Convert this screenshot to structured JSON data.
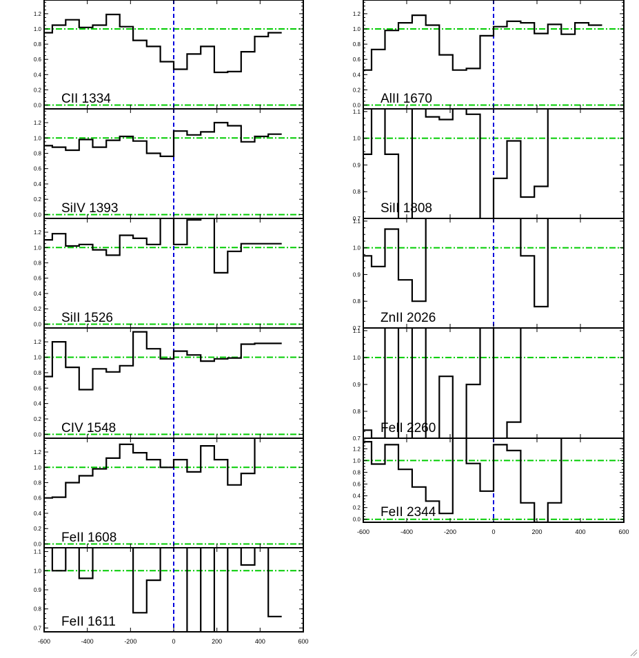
{
  "chart_data": {
    "type": "line",
    "xlim": [
      -600,
      600
    ],
    "xticks": [
      -600,
      -400,
      -200,
      0,
      200,
      400,
      600
    ],
    "xtick_labels": [
      "-600",
      "-400",
      "-200",
      "0",
      "200",
      "400",
      "600"
    ],
    "reference_x": 0,
    "colors": {
      "spectrum": "#000000",
      "zero_line": "#0000dd",
      "reference_levels": "#00cc00"
    },
    "panels": [
      {
        "label": "CII 1334",
        "ylim": [
          -0.05,
          1.38
        ],
        "yticks": [
          0.0,
          0.2,
          0.4,
          0.6,
          0.8,
          1.0,
          1.2
        ],
        "ytick_labels": [
          "0.0",
          "0.2",
          "0.4",
          "0.6",
          "0.8",
          "1.0",
          "1.2"
        ],
        "reference_levels": [
          0.0,
          1.0
        ],
        "x": [
          -600,
          -562,
          -500,
          -438,
          -375,
          -312,
          -250,
          -188,
          -125,
          -62,
          0,
          62,
          125,
          188,
          250,
          312,
          375,
          438,
          500,
          562,
          600
        ],
        "y": [
          0.95,
          1.05,
          1.12,
          1.02,
          1.05,
          1.19,
          1.03,
          0.85,
          0.77,
          0.57,
          0.47,
          0.67,
          0.77,
          0.43,
          0.44,
          0.7,
          0.9,
          0.95
        ]
      },
      {
        "label": "SiIV 1393",
        "ylim": [
          -0.05,
          1.38
        ],
        "yticks": [
          0.0,
          0.2,
          0.4,
          0.6,
          0.8,
          1.0,
          1.2
        ],
        "ytick_labels": [
          "0.0",
          "0.2",
          "0.4",
          "0.6",
          "0.8",
          "1.0",
          "1.2"
        ],
        "reference_levels": [
          0.0,
          1.0
        ],
        "x": [
          -600,
          -562,
          -500,
          -438,
          -375,
          -312,
          -250,
          -188,
          -125,
          -62,
          0,
          62,
          125,
          188,
          250,
          312,
          375,
          438,
          500,
          562,
          600
        ],
        "y": [
          0.9,
          0.88,
          0.84,
          0.98,
          0.88,
          0.97,
          1.02,
          0.96,
          0.8,
          0.76,
          1.09,
          1.04,
          1.08,
          1.2,
          1.16,
          0.95,
          1.02,
          1.05
        ]
      },
      {
        "label": "SiII 1526",
        "ylim": [
          -0.05,
          1.38
        ],
        "yticks": [
          0.0,
          0.2,
          0.4,
          0.6,
          0.8,
          1.0,
          1.2
        ],
        "ytick_labels": [
          "0.0",
          "0.2",
          "0.4",
          "0.6",
          "0.8",
          "1.0",
          "1.2"
        ],
        "reference_levels": [
          0.0,
          1.0
        ],
        "x": [
          -600,
          -562,
          -500,
          -438,
          -375,
          -312,
          -250,
          -188,
          -125,
          -62,
          0,
          62,
          125,
          188,
          250,
          312,
          375,
          438,
          500,
          562,
          600
        ],
        "y": [
          1.1,
          1.18,
          1.02,
          1.04,
          0.97,
          0.9,
          1.16,
          1.12,
          1.04,
          1.4,
          1.04,
          1.36,
          1.41,
          0.67,
          0.95,
          1.05,
          1.05,
          1.05
        ]
      },
      {
        "label": "CIV 1548",
        "ylim": [
          -0.05,
          1.38
        ],
        "yticks": [
          0.0,
          0.2,
          0.4,
          0.6,
          0.8,
          1.0,
          1.2
        ],
        "ytick_labels": [
          "0.0",
          "0.2",
          "0.4",
          "0.6",
          "0.8",
          "1.0",
          "1.2"
        ],
        "reference_levels": [
          0.0,
          1.0
        ],
        "x": [
          -600,
          -562,
          -500,
          -438,
          -375,
          -312,
          -250,
          -188,
          -125,
          -62,
          0,
          62,
          125,
          188,
          250,
          312,
          375,
          438,
          500,
          562,
          600
        ],
        "y": [
          0.75,
          1.2,
          0.87,
          0.58,
          0.85,
          0.81,
          0.89,
          1.33,
          1.11,
          0.98,
          1.08,
          1.03,
          0.95,
          0.98,
          0.99,
          1.17,
          1.18,
          1.18
        ]
      },
      {
        "label": "FeII 1608",
        "ylim": [
          -0.05,
          1.38
        ],
        "yticks": [
          0.0,
          0.2,
          0.4,
          0.6,
          0.8,
          1.0,
          1.2
        ],
        "ytick_labels": [
          "0.0",
          "0.2",
          "0.4",
          "0.6",
          "0.8",
          "1.0",
          "1.2"
        ],
        "reference_levels": [
          0.0,
          1.0
        ],
        "x": [
          -600,
          -562,
          -500,
          -438,
          -375,
          -312,
          -250,
          -188,
          -125,
          -62,
          0,
          62,
          125,
          188,
          250,
          312,
          375,
          438,
          500,
          562,
          600
        ],
        "y": [
          0.6,
          0.61,
          0.8,
          0.89,
          0.98,
          1.12,
          1.3,
          1.19,
          1.1,
          1.0,
          1.1,
          0.94,
          1.28,
          1.1,
          0.77,
          0.92,
          1.4,
          1.4
        ]
      },
      {
        "label": "FeII 1611",
        "ylim": [
          0.68,
          1.12
        ],
        "yticks": [
          0.7,
          0.8,
          0.9,
          1.0,
          1.1
        ],
        "ytick_labels": [
          "0.7",
          "0.8",
          "0.9",
          "1.0",
          "1.1"
        ],
        "reference_levels": [
          1.0
        ],
        "x": [
          -600,
          -562,
          -500,
          -438,
          -375,
          -312,
          -250,
          -188,
          -125,
          -62,
          0,
          62,
          125,
          188,
          250,
          312,
          375,
          438,
          500,
          562,
          600
        ],
        "y": [
          1.2,
          1.0,
          1.2,
          0.96,
          1.2,
          1.2,
          1.2,
          0.78,
          0.95,
          1.2,
          1.2,
          0.6,
          1.2,
          0.6,
          1.2,
          1.03,
          1.2,
          0.76
        ]
      },
      {
        "label": "AlII 1670",
        "ylim": [
          -0.05,
          1.38
        ],
        "yticks": [
          0.0,
          0.2,
          0.4,
          0.6,
          0.8,
          1.0,
          1.2
        ],
        "ytick_labels": [
          "0.0",
          "0.2",
          "0.4",
          "0.6",
          "0.8",
          "1.0",
          "1.2"
        ],
        "reference_levels": [
          0.0,
          1.0
        ],
        "x": [
          -600,
          -562,
          -500,
          -438,
          -375,
          -312,
          -250,
          -188,
          -125,
          -62,
          0,
          62,
          125,
          188,
          250,
          312,
          375,
          438,
          500,
          562,
          600
        ],
        "y": [
          0.46,
          0.73,
          0.98,
          1.08,
          1.18,
          1.05,
          0.66,
          0.46,
          0.48,
          0.91,
          1.03,
          1.1,
          1.08,
          0.94,
          1.06,
          0.93,
          1.08,
          1.05
        ]
      },
      {
        "label": "SiII 1808",
        "ylim": [
          0.7,
          1.11
        ],
        "yticks": [
          0.7,
          0.8,
          0.9,
          1.0,
          1.1
        ],
        "ytick_labels": [
          "0.7",
          "0.8",
          "0.9",
          "1.0",
          "1.1"
        ],
        "reference_levels": [
          1.0
        ],
        "x": [
          -600,
          -562,
          -500,
          -438,
          -375,
          -312,
          -250,
          -188,
          -125,
          -62,
          0,
          62,
          125,
          188,
          250,
          312,
          375,
          438,
          500,
          562,
          600
        ],
        "y": [
          0.94,
          1.2,
          0.94,
          0.6,
          1.2,
          1.08,
          1.07,
          1.2,
          1.09,
          0.6,
          0.85,
          0.99,
          0.78,
          0.82,
          1.2,
          1.2,
          1.2,
          1.2
        ]
      },
      {
        "label": "ZnII 2026",
        "ylim": [
          0.7,
          1.11
        ],
        "yticks": [
          0.7,
          0.8,
          0.9,
          1.0,
          1.1
        ],
        "ytick_labels": [
          "0.7",
          "0.8",
          "0.9",
          "1.0",
          "1.1"
        ],
        "reference_levels": [
          1.0
        ],
        "x": [
          -600,
          -562,
          -500,
          -438,
          -375,
          -312,
          -250,
          -188,
          -125,
          -62,
          0,
          62,
          125,
          188,
          250,
          312,
          375,
          438,
          500,
          562,
          600
        ],
        "y": [
          0.97,
          0.93,
          1.07,
          0.88,
          0.8,
          1.2,
          1.2,
          1.2,
          1.2,
          1.2,
          1.2,
          1.2,
          0.97,
          0.78,
          1.2,
          1.2,
          1.2,
          1.2
        ]
      },
      {
        "label": "FeII 2260",
        "ylim": [
          0.7,
          1.11
        ],
        "yticks": [
          0.7,
          0.8,
          0.9,
          1.0,
          1.1
        ],
        "ytick_labels": [
          "0.7",
          "0.8",
          "0.9",
          "1.0",
          "1.1"
        ],
        "reference_levels": [
          1.0
        ],
        "x": [
          -600,
          -562,
          -500,
          -438,
          -375,
          -312,
          -250,
          -188,
          -125,
          -62,
          0,
          62,
          125,
          188,
          250,
          312,
          375,
          438,
          500,
          562,
          600
        ],
        "y": [
          0.73,
          0.7,
          1.2,
          0.6,
          1.2,
          0.6,
          0.93,
          0.6,
          0.9,
          1.2,
          0.6,
          0.76,
          1.2,
          1.2,
          1.2,
          1.2,
          1.2,
          1.2
        ]
      },
      {
        "label": "FeII 2344",
        "ylim": [
          -0.05,
          1.38
        ],
        "yticks": [
          0.0,
          0.2,
          0.4,
          0.6,
          0.8,
          1.0,
          1.2
        ],
        "ytick_labels": [
          "0.0",
          "0.2",
          "0.4",
          "0.6",
          "0.8",
          "1.0",
          "1.2"
        ],
        "reference_levels": [
          0.0,
          1.0
        ],
        "x": [
          -600,
          -562,
          -500,
          -438,
          -375,
          -312,
          -250,
          -188,
          -125,
          -62,
          0,
          62,
          125,
          188,
          250,
          312,
          375,
          438,
          500,
          562,
          600
        ],
        "y": [
          1.32,
          0.94,
          1.27,
          0.85,
          0.55,
          0.31,
          0.1,
          1.4,
          0.95,
          0.48,
          1.27,
          1.17,
          0.28,
          -0.05,
          0.28,
          1.4,
          1.4,
          1.4
        ]
      }
    ]
  }
}
